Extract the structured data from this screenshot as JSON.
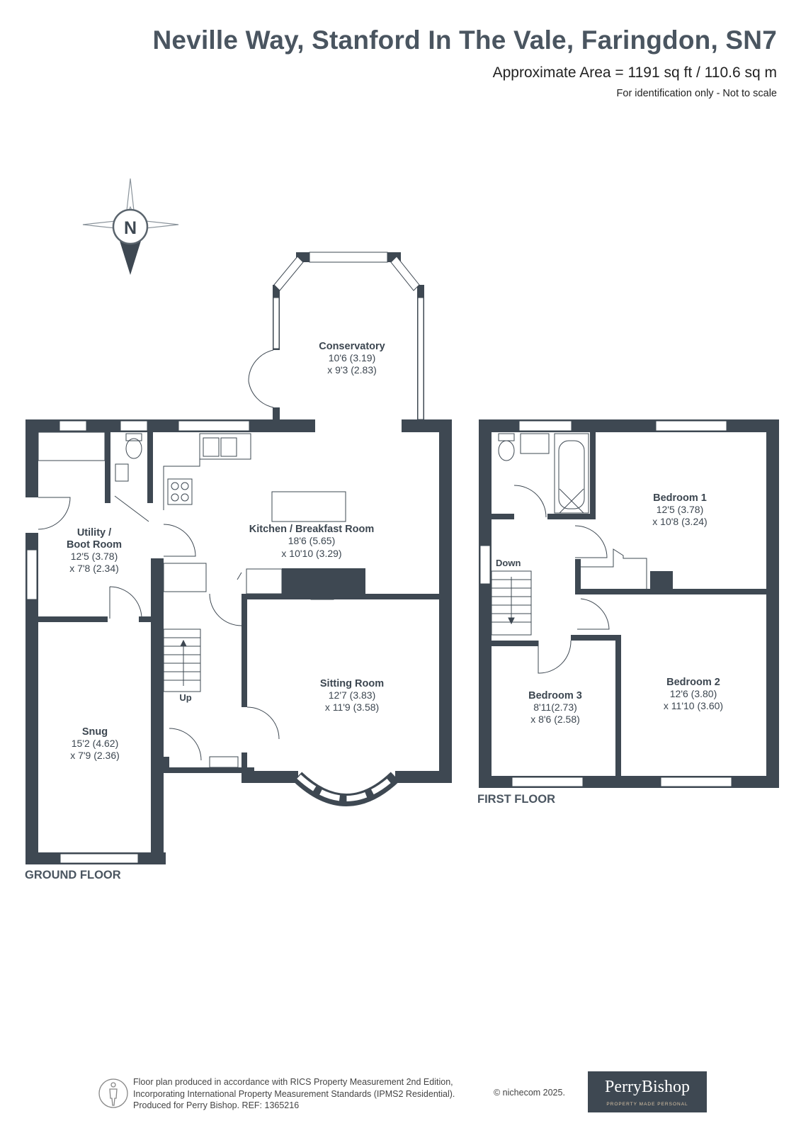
{
  "header": {
    "title": "Neville Way, Stanford In The Vale, Faringdon, SN7",
    "area": "Approximate Area = 1191 sq ft / 110.6 sq m",
    "note": "For identification only - Not to scale"
  },
  "compass": {
    "label": "N"
  },
  "ground_floor": {
    "label": "GROUND FLOOR",
    "rooms": {
      "conservatory": {
        "name": "Conservatory",
        "dim1": "10'6 (3.19)",
        "dim2": "x 9'3 (2.83)"
      },
      "kitchen": {
        "name": "Kitchen / Breakfast Room",
        "dim1": "18'6 (5.65)",
        "dim2": "x 10'10 (3.29)"
      },
      "utility": {
        "name1": "Utility /",
        "name2": "Boot Room",
        "dim1": "12'5 (3.78)",
        "dim2": "x 7'8 (2.34)"
      },
      "sitting": {
        "name": "Sitting Room",
        "dim1": "12'7 (3.83)",
        "dim2": "x 11'9 (3.58)"
      },
      "snug": {
        "name": "Snug",
        "dim1": "15'2 (4.62)",
        "dim2": "x 7'9 (2.36)"
      }
    },
    "stairs": "Up"
  },
  "first_floor": {
    "label": "FIRST FLOOR",
    "rooms": {
      "bedroom1": {
        "name": "Bedroom 1",
        "dim1": "12'5 (3.78)",
        "dim2": "x 10'8 (3.24)"
      },
      "bedroom2": {
        "name": "Bedroom 2",
        "dim1": "12'6 (3.80)",
        "dim2": "x 11'10 (3.60)"
      },
      "bedroom3": {
        "name": "Bedroom 3",
        "dim1": "8'11(2.73)",
        "dim2": "x 8'6 (2.58)"
      }
    },
    "stairs": "Down"
  },
  "footer": {
    "line1": "Floor plan produced in accordance with RICS Property Measurement 2nd Edition,",
    "line2": "Incorporating International Property Measurement Standards (IPMS2 Residential).",
    "line3": "Produced for Perry Bishop.   REF: 1365216",
    "copyright": "© nichecom 2025."
  },
  "logo": {
    "name": "PerryBishop",
    "tagline": "PROPERTY MADE PERSONAL"
  },
  "colors": {
    "wall": "#3e4852",
    "text": "#3c4650",
    "brand": "#3e4852"
  }
}
